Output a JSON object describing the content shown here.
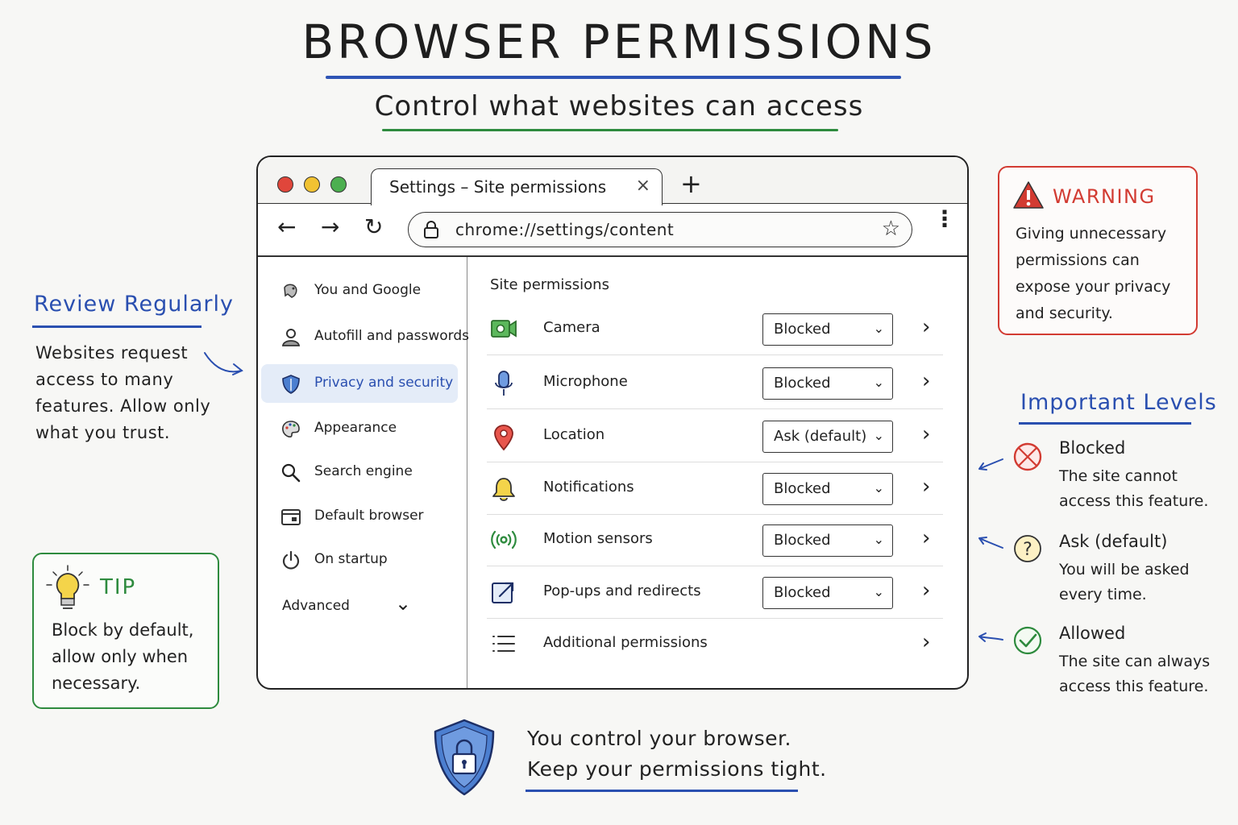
{
  "header": {
    "title": "BROWSER  PERMISSIONS",
    "subtitle": "Control  what  websites  can  access"
  },
  "browser": {
    "tab": {
      "title": "Settings – Site permissions",
      "close_glyph": "×"
    },
    "new_tab_glyph": "+",
    "toolbar": {
      "back_glyph": "←",
      "forward_glyph": "→",
      "reload_glyph": "↻"
    },
    "address": {
      "url": "chrome://settings/content",
      "bookmark_glyph": "☆"
    },
    "menu_glyph": "⋮",
    "sidebar": {
      "items": [
        {
          "label": "You and Google",
          "icon": "google-icon"
        },
        {
          "label": "Autofill and passwords",
          "icon": "person-icon"
        },
        {
          "label": "Privacy and security",
          "icon": "shield-icon",
          "active": true
        },
        {
          "label": "Appearance",
          "icon": "palette-icon"
        },
        {
          "label": "Search engine",
          "icon": "search-icon"
        },
        {
          "label": "Default browser",
          "icon": "browser-window-icon"
        },
        {
          "label": "On startup",
          "icon": "power-icon"
        }
      ],
      "advanced": {
        "label": "Advanced",
        "chevron": "⌄"
      }
    },
    "content": {
      "title": "Site permissions",
      "permissions": [
        {
          "label": "Camera",
          "value": "Blocked",
          "icon": "camera-icon"
        },
        {
          "label": "Microphone",
          "value": "Blocked",
          "icon": "microphone-icon"
        },
        {
          "label": "Location",
          "value": "Ask (default)",
          "icon": "location-pin-icon"
        },
        {
          "label": "Notifications",
          "value": "Blocked",
          "icon": "bell-icon"
        },
        {
          "label": "Motion sensors",
          "value": "Blocked",
          "icon": "motion-sensor-icon"
        },
        {
          "label": "Pop-ups and redirects",
          "value": "Blocked",
          "icon": "popup-icon"
        },
        {
          "label": "Additional permissions",
          "icon": "list-icon"
        }
      ],
      "row_arrow": "›"
    }
  },
  "review": {
    "title": "Review Regularly",
    "body": "Websites request access to many features. Allow only what you trust."
  },
  "tip": {
    "title": "TIP",
    "body": "Block by default, allow only when necessary."
  },
  "warning": {
    "title": "WARNING",
    "body": "Giving unnecessary permissions can expose your privacy and security."
  },
  "levels": {
    "title": "Important Levels",
    "items": [
      {
        "name": "Blocked",
        "desc": "The site cannot access this feature.",
        "icon": "blocked-icon",
        "color": "#d23b32"
      },
      {
        "name": "Ask (default)",
        "desc": "You will be asked every time.",
        "icon": "question-icon",
        "color": "#e2b21c"
      },
      {
        "name": "Allowed",
        "desc": "The site can always access this feature.",
        "icon": "check-icon",
        "color": "#2e8b3e"
      }
    ]
  },
  "footer": {
    "line1": "You control your browser.",
    "line2": "Keep your permissions tight."
  },
  "colors": {
    "blue": "#2a4fb0",
    "green": "#2e8b3e",
    "red": "#d23b32",
    "yellow": "#e2b21c"
  }
}
